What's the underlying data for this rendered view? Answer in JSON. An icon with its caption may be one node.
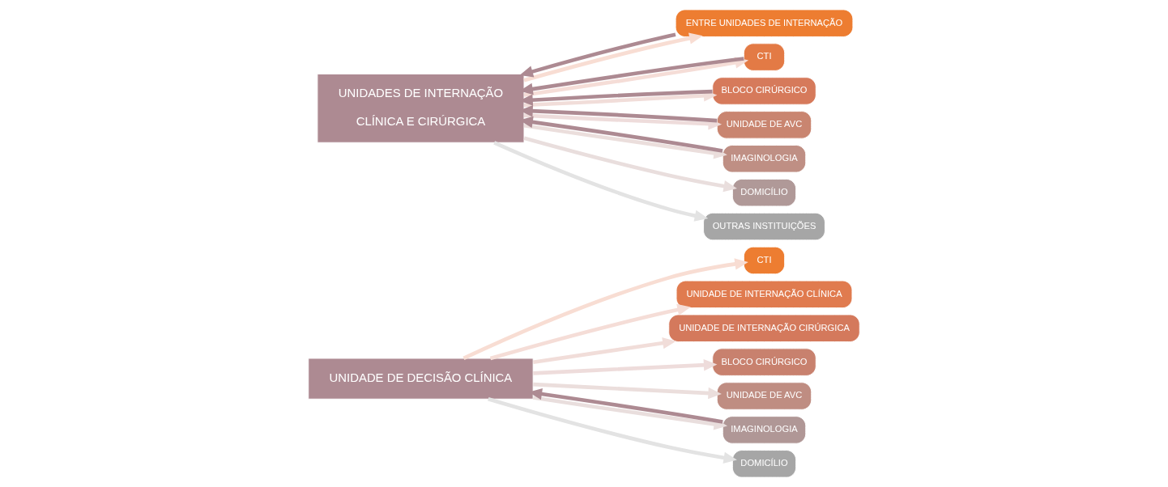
{
  "diagram": {
    "nodes": [
      {
        "text": [
          "UNIDADE DE DECISÃO CLÍNICA"
        ]
      },
      {
        "text": [
          "CTI"
        ]
      },
      {
        "text": [
          "UNIDADE DE INTERNAÇÃO CLÍNICA"
        ]
      },
      {
        "text": [
          "UNIDADE DE INTERNAÇÃO CIRÚRGICA"
        ]
      },
      {
        "text": [
          "BLOCO CIRÚRGICO"
        ]
      },
      {
        "text": [
          "UNIDADE DE AVC"
        ]
      },
      {
        "text": [
          "IMAGINOLOGIA"
        ]
      },
      {
        "text": [
          "DOMICÍLIO"
        ]
      },
      {
        "text": [
          "UNIDADES DE INTERNAÇÃO",
          "CLÍNICA E CIRÚRGICA"
        ]
      },
      {
        "text": [
          "ENTRE UNIDADES DE INTERNAÇÃO"
        ]
      },
      {
        "text": [
          "CTI"
        ]
      },
      {
        "text": [
          "BLOCO CIRÚRGICO"
        ]
      },
      {
        "text": [
          "UNIDADE DE AVC"
        ]
      },
      {
        "text": [
          "IMAGINOLOGIA"
        ]
      },
      {
        "text": [
          "DOMICÍLIO"
        ]
      },
      {
        "text": [
          "OUTRAS INSTITUIÇÕES"
        ]
      }
    ],
    "edges": [
      {
        "from": 0,
        "to": 1,
        "arrow": "to",
        "color": "#f8ddd3"
      },
      {
        "from": 0,
        "to": 2,
        "arrow": "to",
        "color": "#f5ddd7"
      },
      {
        "from": 0,
        "to": 3,
        "arrow": "to",
        "color": "#f1ddd9"
      },
      {
        "from": 0,
        "to": 4,
        "arrow": "to",
        "color": "#eedcdb"
      },
      {
        "from": 0,
        "to": 5,
        "arrow": "to",
        "color": "#ebdedc"
      },
      {
        "from": 0,
        "to": 6,
        "arrow": "to",
        "color": "#e9dedd"
      },
      {
        "from": 6,
        "to": 0,
        "arrow": "to",
        "color": "#ad8a92"
      },
      {
        "from": 0,
        "to": 7,
        "arrow": "to",
        "color": "#e3e3e3"
      },
      {
        "from": 8,
        "to": 9,
        "arrow": "to",
        "color": "#f8ddd3"
      },
      {
        "from": 9,
        "to": 8,
        "arrow": "to",
        "color": "#ad8a92"
      },
      {
        "from": 8,
        "to": 10,
        "arrow": "to",
        "color": "#f5ddd7"
      },
      {
        "from": 10,
        "to": 8,
        "arrow": "to",
        "color": "#ad8a92"
      },
      {
        "from": 8,
        "to": 11,
        "arrow": "to",
        "color": "#f1ddd9"
      },
      {
        "from": 11,
        "to": 8,
        "arrow": "to",
        "color": "#ad8a92"
      },
      {
        "from": 8,
        "to": 12,
        "arrow": "to",
        "color": "#eedcdb"
      },
      {
        "from": 12,
        "to": 8,
        "arrow": "to",
        "color": "#ad8a92"
      },
      {
        "from": 8,
        "to": 13,
        "arrow": "to",
        "color": "#ebdedc"
      },
      {
        "from": 13,
        "to": 8,
        "arrow": "to",
        "color": "#ad8a92"
      },
      {
        "from": 8,
        "to": 14,
        "arrow": "to",
        "color": "#e9dedd"
      },
      {
        "from": 8,
        "to": 15,
        "arrow": "to",
        "color": "#e3e3e3"
      }
    ]
  }
}
